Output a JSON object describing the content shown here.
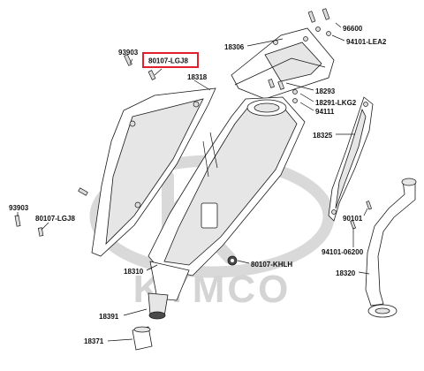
{
  "watermark": {
    "text": "KYMCO",
    "color": "#d4d4d4"
  },
  "highlight": {
    "label": "80107-LGJ8",
    "color": "#e0202a"
  },
  "labels": {
    "p96600": "96600",
    "p94101_lea2": "94101-LEA2",
    "p18306": "18306",
    "p93903_top": "93903",
    "p18318": "18318",
    "p18293": "18293",
    "p18291_lkg2": "18291-LKG2",
    "p94111": "94111",
    "p18325": "18325",
    "p93903_left": "93903",
    "p80107_lgj8_left": "80107-LGJ8",
    "p90101": "90101",
    "p94101_06200": "94101-06200",
    "p18310": "18310",
    "p80107_khlh": "80107-KHLH",
    "p18320": "18320",
    "p18391": "18391",
    "p18371": "18371"
  }
}
